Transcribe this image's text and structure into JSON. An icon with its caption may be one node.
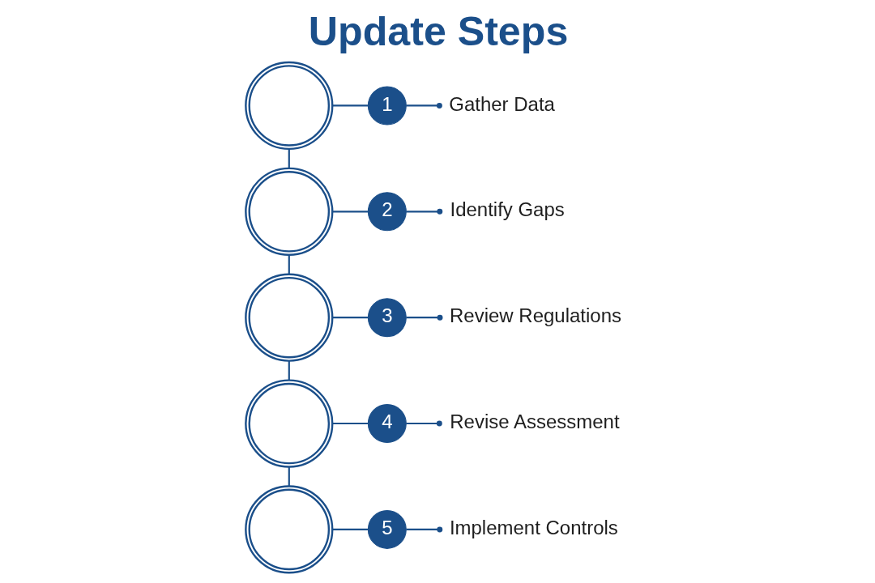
{
  "diagram": {
    "title": "Update Steps",
    "nodes": [
      {
        "text": [],
        "shape": "picture"
      },
      {
        "text": [
          "1"
        ]
      },
      {
        "text": [
          "Gather Data"
        ]
      },
      {
        "text": [],
        "shape": "picture"
      },
      {
        "text": [
          "2"
        ]
      },
      {
        "text": [
          "Identify Gaps"
        ]
      },
      {
        "text": [],
        "shape": "picture"
      },
      {
        "text": [
          "3"
        ]
      },
      {
        "text": [
          "Review Regulations"
        ]
      },
      {
        "text": [],
        "shape": "picture"
      },
      {
        "text": [
          "4"
        ]
      },
      {
        "text": [
          "Revise Assessment"
        ]
      },
      {
        "text": [],
        "shape": "picture"
      },
      {
        "text": [
          "5"
        ]
      },
      {
        "text": [
          "Implement Controls"
        ]
      }
    ],
    "edges": [
      {
        "from": 0,
        "to": 1,
        "arrow": "none"
      },
      {
        "from": 1,
        "to": 2,
        "arrow": "other"
      },
      {
        "from": 3,
        "to": 4,
        "arrow": "none"
      },
      {
        "from": 4,
        "to": 5,
        "arrow": "other"
      },
      {
        "from": 6,
        "to": 7,
        "arrow": "none"
      },
      {
        "from": 7,
        "to": 8,
        "arrow": "other"
      },
      {
        "from": 9,
        "to": 10,
        "arrow": "none"
      },
      {
        "from": 10,
        "to": 11,
        "arrow": "other"
      },
      {
        "from": 12,
        "to": 13,
        "arrow": "none"
      },
      {
        "from": 13,
        "to": 14,
        "arrow": "other"
      },
      {
        "from": 0,
        "to": 3,
        "arrow": "none"
      },
      {
        "from": 3,
        "to": 6,
        "arrow": "none"
      },
      {
        "from": 6,
        "to": 9,
        "arrow": "none"
      },
      {
        "from": 9,
        "to": 12,
        "arrow": "none"
      }
    ]
  }
}
